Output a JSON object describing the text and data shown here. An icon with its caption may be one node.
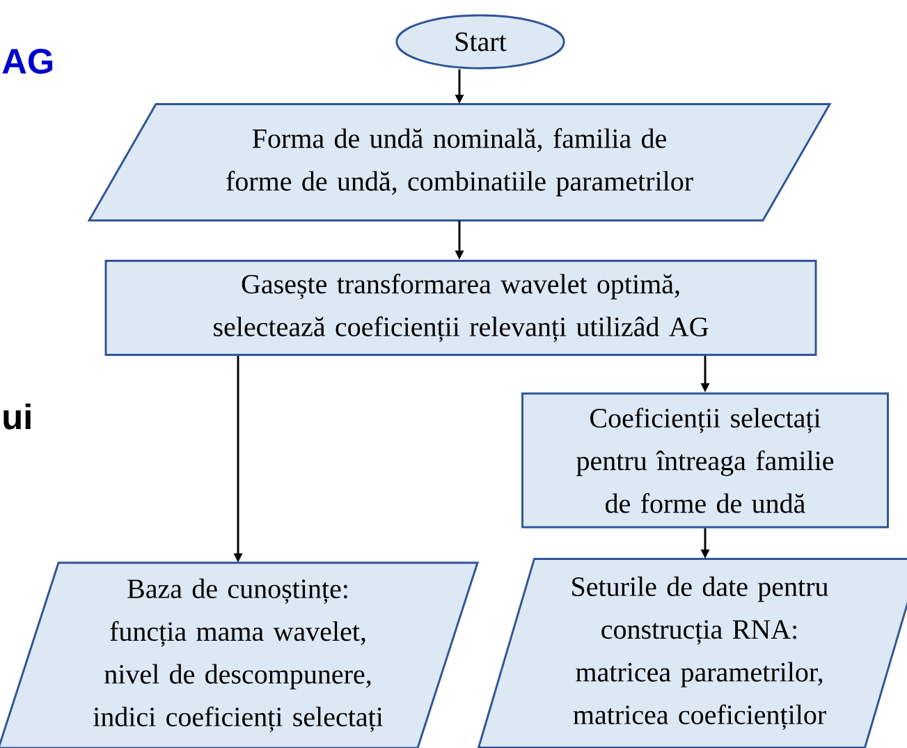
{
  "diagram": {
    "nodes": [
      {
        "text": [
          "Start"
        ]
      },
      {
        "text": [
          "Forma de undă nominală, familia de forme de undă, combinatiile parametrilor"
        ]
      },
      {
        "text": [
          "Gasește transformarea wavelet optimă, selectează coeficienții relevanți utilizâd AG"
        ]
      },
      {
        "text": [
          "Coeficienții selectați pentru întreaga familie de forme de undă"
        ]
      },
      {
        "text": [
          "Baza de cunoștințe: funcția mama wavelet, nivel de descompunere, indici coeficienți selectați"
        ]
      },
      {
        "text": [
          "Seturile de date pentru construcția RNA: matricea parametrilor, matricea coeficienților"
        ]
      }
    ],
    "edges": [
      {
        "from": 0,
        "to": 1,
        "arrow": "to"
      },
      {
        "from": 1,
        "to": 2,
        "arrow": "to"
      },
      {
        "from": 2,
        "to": 4,
        "arrow": "to"
      },
      {
        "from": 2,
        "to": 3,
        "arrow": "to"
      },
      {
        "from": 3,
        "to": 5,
        "arrow": "to"
      }
    ],
    "labels": [
      "AG",
      "ui"
    ]
  }
}
